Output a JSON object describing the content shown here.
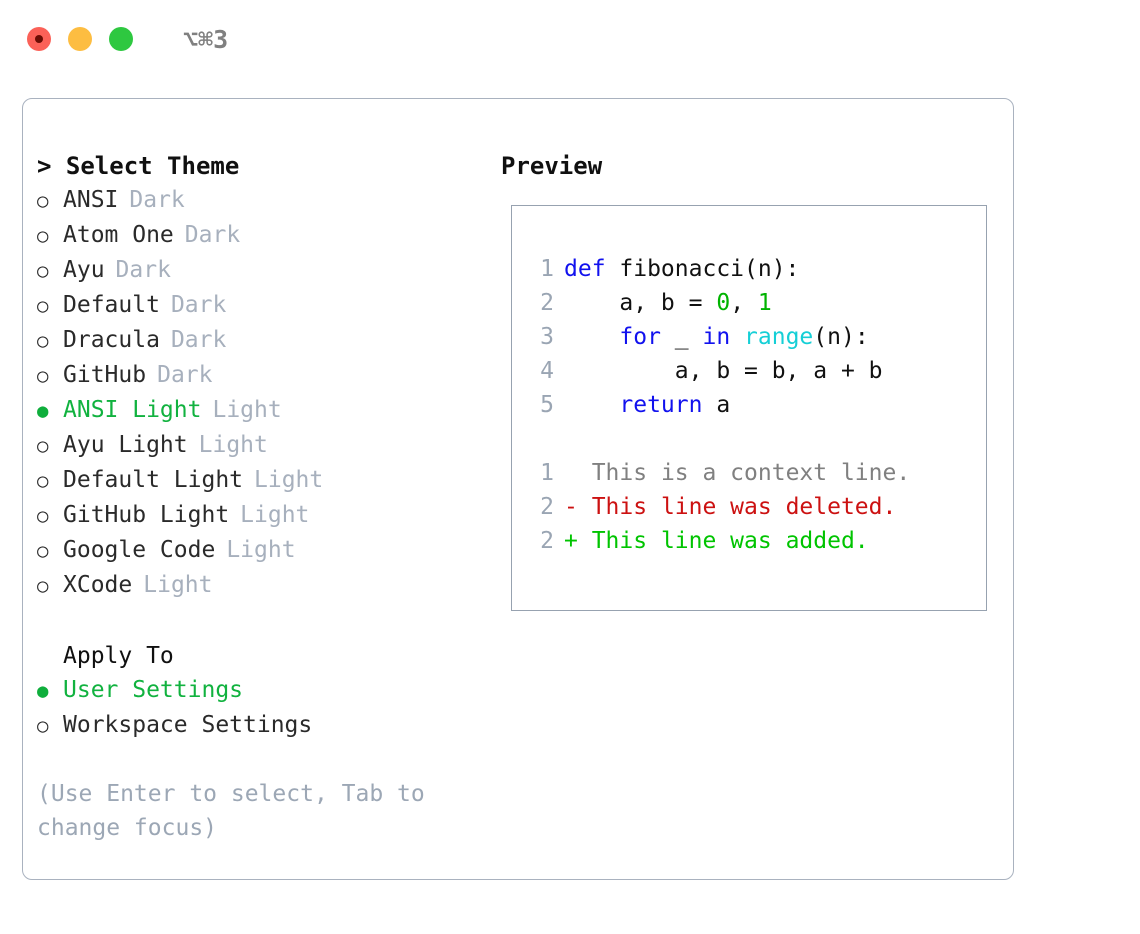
{
  "titlebar": {
    "shortcut": "⌥⌘3",
    "dots": [
      {
        "name": "close",
        "color": "#fb6158"
      },
      {
        "name": "minimize",
        "color": "#fdbd41"
      },
      {
        "name": "maximize",
        "color": "#2ec840"
      }
    ]
  },
  "theme_picker": {
    "header": "> Select Theme",
    "items": [
      {
        "marker": "○",
        "label": "ANSI",
        "category": "Dark",
        "selected": false
      },
      {
        "marker": "○",
        "label": "Atom One",
        "category": "Dark",
        "selected": false
      },
      {
        "marker": "○",
        "label": "Ayu",
        "category": "Dark",
        "selected": false
      },
      {
        "marker": "○",
        "label": "Default",
        "category": "Dark",
        "selected": false
      },
      {
        "marker": "○",
        "label": "Dracula",
        "category": "Dark",
        "selected": false
      },
      {
        "marker": "○",
        "label": "GitHub",
        "category": "Dark",
        "selected": false
      },
      {
        "marker": "●",
        "label": "ANSI Light",
        "category": "Light",
        "selected": true
      },
      {
        "marker": "○",
        "label": "Ayu Light",
        "category": "Light",
        "selected": false
      },
      {
        "marker": "○",
        "label": "Default Light",
        "category": "Light",
        "selected": false
      },
      {
        "marker": "○",
        "label": "GitHub Light",
        "category": "Light",
        "selected": false
      },
      {
        "marker": "○",
        "label": "Google Code",
        "category": "Light",
        "selected": false
      },
      {
        "marker": "○",
        "label": "XCode",
        "category": "Light",
        "selected": false
      }
    ]
  },
  "apply_to": {
    "title": "Apply To",
    "items": [
      {
        "marker": "●",
        "label": "User Settings",
        "selected": true
      },
      {
        "marker": "○",
        "label": "Workspace Settings",
        "selected": false
      }
    ]
  },
  "hint": "(Use Enter to select, Tab to change focus)",
  "preview": {
    "title": "Preview",
    "code_lines": [
      {
        "num": "1",
        "tokens": [
          {
            "text": "def ",
            "kind": "kw"
          },
          {
            "text": "fibonacci(n):",
            "kind": "plain"
          }
        ]
      },
      {
        "num": "2",
        "tokens": [
          {
            "text": "    a, b = ",
            "kind": "plain"
          },
          {
            "text": "0",
            "kind": "num"
          },
          {
            "text": ", ",
            "kind": "plain"
          },
          {
            "text": "1",
            "kind": "num"
          }
        ]
      },
      {
        "num": "3",
        "tokens": [
          {
            "text": "    ",
            "kind": "plain"
          },
          {
            "text": "for",
            "kind": "kw"
          },
          {
            "text": " _ ",
            "kind": "plain"
          },
          {
            "text": "in",
            "kind": "kw"
          },
          {
            "text": " ",
            "kind": "plain"
          },
          {
            "text": "range",
            "kind": "bi"
          },
          {
            "text": "(n):",
            "kind": "plain"
          }
        ]
      },
      {
        "num": "4",
        "tokens": [
          {
            "text": "        a, b = b, a + b",
            "kind": "plain"
          }
        ]
      },
      {
        "num": "5",
        "tokens": [
          {
            "text": "    ",
            "kind": "plain"
          },
          {
            "text": "return",
            "kind": "kw"
          },
          {
            "text": " a",
            "kind": "plain"
          }
        ]
      }
    ],
    "diff_lines": [
      {
        "num": "1",
        "prefix": "  ",
        "text": "This is a context line.",
        "kind": "ctx"
      },
      {
        "num": "2",
        "prefix": "- ",
        "text": "This line was deleted.",
        "kind": "del"
      },
      {
        "num": "2",
        "prefix": "+ ",
        "text": "This line was added.",
        "kind": "add"
      }
    ]
  },
  "colors": {
    "accent_green": "#11b23f",
    "muted": "#a7b0bd",
    "keyword_blue": "#1111ee",
    "builtin_cyan": "#15cfd6",
    "number_green": "#00b300",
    "diff_added": "#00c400",
    "diff_deleted": "#cc1111",
    "panel_border": "#a9b2bf"
  }
}
